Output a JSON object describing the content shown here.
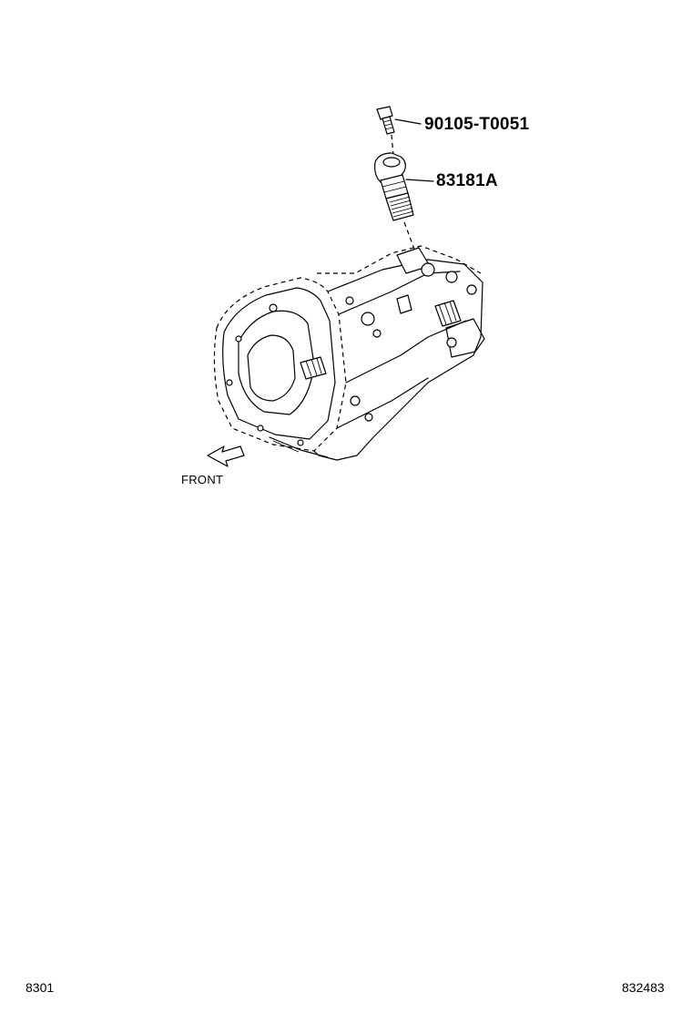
{
  "callouts": {
    "bolt_part_number": "90105-T0051",
    "sensor_part_number": "83181A"
  },
  "orientation": {
    "front_label": "FRONT"
  },
  "footer": {
    "section_code": "8301",
    "illustration_id": "832483"
  }
}
